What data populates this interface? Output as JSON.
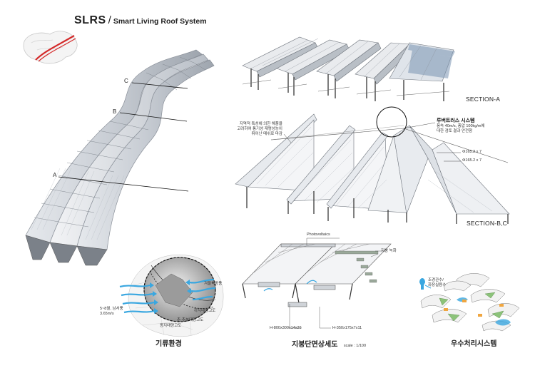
{
  "title": {
    "main": "SLRS",
    "separator": "/",
    "subtitle": "Smart Living Roof System"
  },
  "perspective": {
    "label_c": "C",
    "label_b": "B",
    "label_a": "A"
  },
  "section_a": {
    "caption": "SECTION-A"
  },
  "section_bc": {
    "caption": "SECTION-B,C",
    "note_lines": [
      "지역적 특성에 의한 해풍을",
      "고려하여 통기성 재령성능이",
      "뛰어난 메쉬로 마감"
    ],
    "truss_title": "루버트러스 시스템",
    "truss_lines": [
      "풍속 40m/s, 풍압 100kg/m에",
      "대한 검토 결과 안전함"
    ],
    "dim_1": "Φ165.2 x 7",
    "dim_2": "Φ165.2 x 7"
  },
  "airflow": {
    "caption": "기류환경",
    "wind_lines": [
      "5~8월, 남서풍",
      "3.65m/s"
    ],
    "label_winter": "겨울북동풍",
    "label_summer": "하지태양고도",
    "label_equinox": "춘·추분태양고도",
    "label_solstice": "동지태양고도"
  },
  "roof_section": {
    "caption": "지붕단면상세도",
    "scale": "scale : 1/100",
    "label_pv": "Photovoltaics",
    "label_green": "지붕 녹화",
    "dim_h1": "H-800x300x14x26",
    "dim_h2": "H-350x175x7x11"
  },
  "rainwater": {
    "caption": "우수처리시스템",
    "label_lines": [
      "조경관수/",
      "화장실용수"
    ]
  },
  "colors": {
    "accent_red": "#d42a2a",
    "wind_blue": "#3aa7e0",
    "green": "#8cc37a",
    "orange": "#f0a640"
  }
}
